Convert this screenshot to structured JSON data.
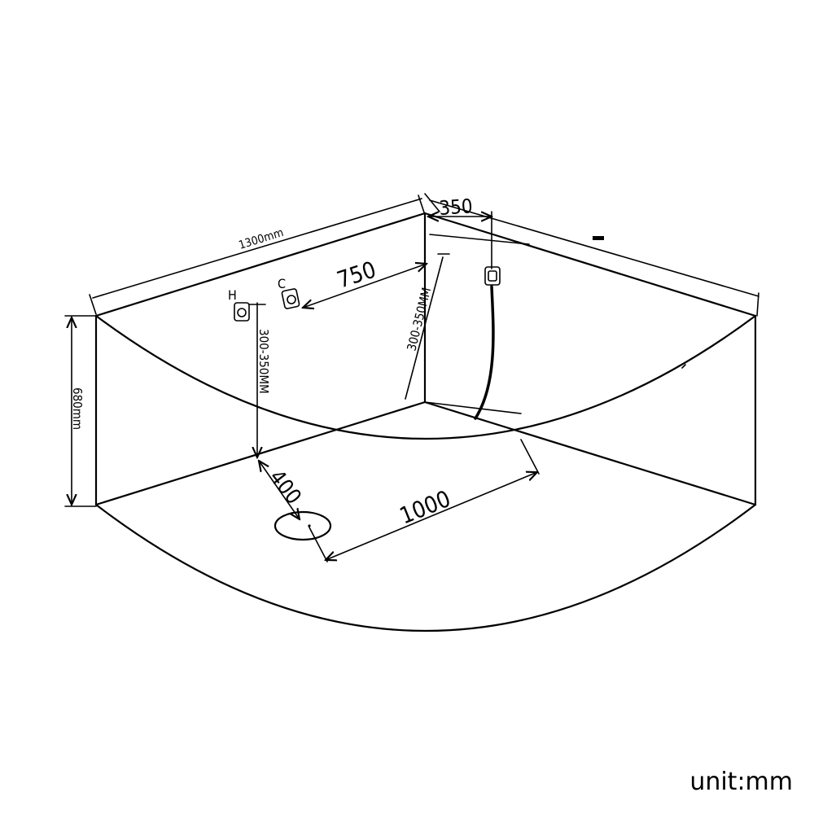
{
  "dimensions": {
    "width_left": "1300mm",
    "height": "680mm",
    "width_right": "350",
    "tap_spacing": "750",
    "tap_height_left": "300-350MM",
    "tap_height_right": "300-350MM",
    "drain_offset": "400",
    "drain_span": "1000"
  },
  "taps": {
    "hot": "H",
    "cold": "C"
  },
  "unit_label": "unit:mm"
}
